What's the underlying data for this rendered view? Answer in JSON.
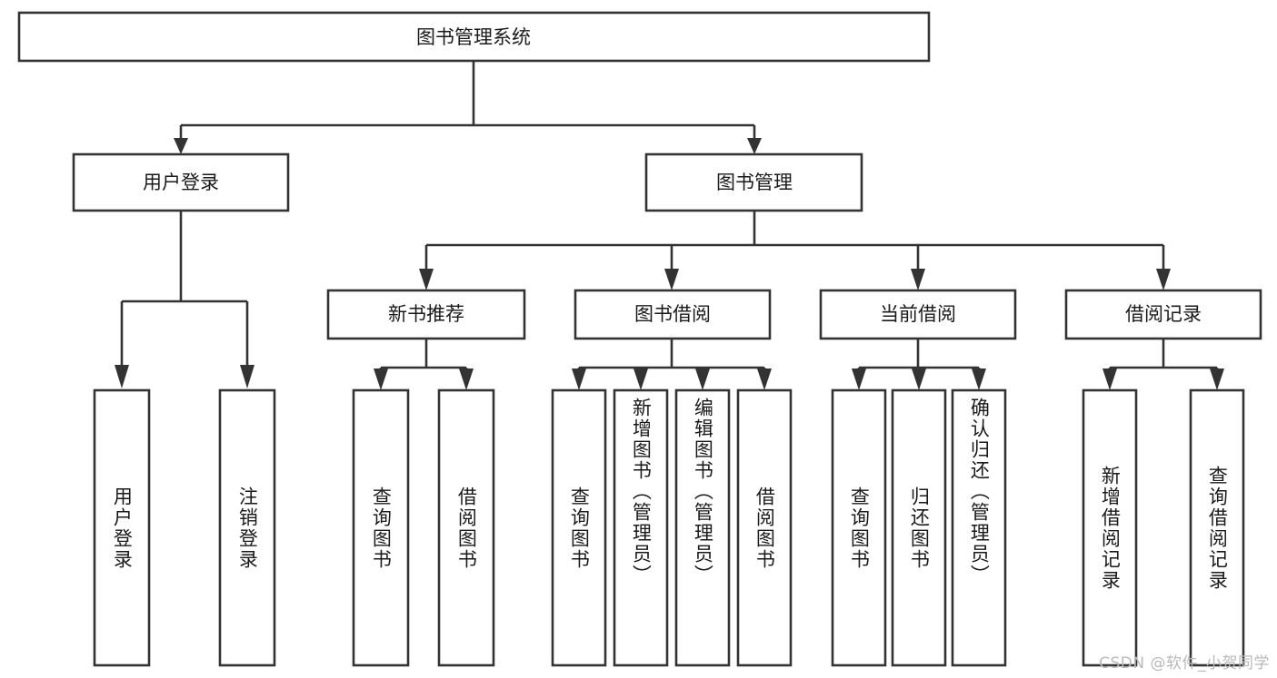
{
  "diagram": {
    "type": "tree",
    "title": "图书管理系统",
    "orientation": "top-down",
    "colors": {
      "box_stroke": "#333333",
      "box_fill": "#ffffff",
      "text": "#1a1a1a",
      "background": "#ffffff",
      "watermark": "#b9b9b9"
    },
    "root": {
      "label": "图书管理系统"
    },
    "level1": [
      {
        "label": "用户登录"
      },
      {
        "label": "图书管理"
      }
    ],
    "level2": [
      {
        "label": "新书推荐"
      },
      {
        "label": "图书借阅"
      },
      {
        "label": "当前借阅"
      },
      {
        "label": "借阅记录"
      }
    ],
    "leaves": {
      "user_login": [
        {
          "label": "用户登录"
        },
        {
          "label": "注销登录"
        }
      ],
      "new_book_recommend": [
        {
          "label": "查询图书"
        },
        {
          "label": "借阅图书"
        }
      ],
      "book_borrow": [
        {
          "label": "查询图书"
        },
        {
          "label": "新增图书（管理员）"
        },
        {
          "label": "编辑图书（管理员）"
        },
        {
          "label": "借阅图书"
        }
      ],
      "current_borrow": [
        {
          "label": "查询图书"
        },
        {
          "label": "归还图书"
        },
        {
          "label": "确认归还（管理员）"
        }
      ],
      "borrow_record": [
        {
          "label": "新增借阅记录"
        },
        {
          "label": "查询借阅记录"
        }
      ]
    }
  },
  "watermark": {
    "text": "CSDN @软件_小贺同学"
  }
}
